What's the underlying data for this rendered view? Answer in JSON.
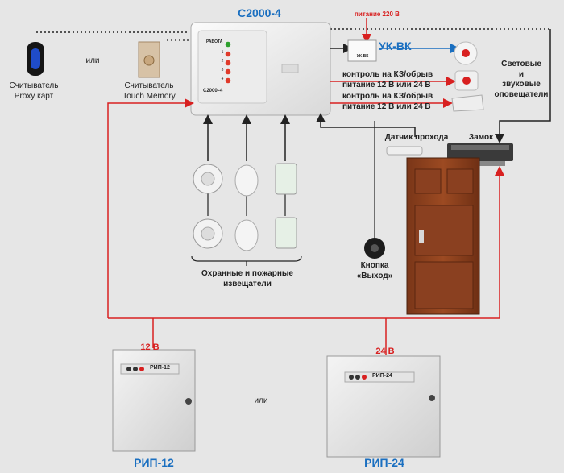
{
  "controller": {
    "title": "С2000-4",
    "panel_label": "С2000–4",
    "status_label": "РАБОТА",
    "indicators": [
      "1",
      "2",
      "3",
      "4"
    ]
  },
  "power_note": "питание 220 В",
  "ukvk": {
    "title": "УК-ВК",
    "box_label": "УК-ВК"
  },
  "lines": [
    {
      "line1": "контроль на КЗ/обрыв",
      "line2": "питание 12 В или 24 В"
    },
    {
      "line1": "контроль на КЗ/обрыв",
      "line2": "питание 12 В или 24 В"
    }
  ],
  "alarms_label": [
    "Световые",
    "и",
    "звуковые",
    "оповещатели"
  ],
  "readers": {
    "proxy": [
      "Считыватель",
      "Proxy карт"
    ],
    "or": "или",
    "touch": [
      "Считыватель",
      "Touch Memory"
    ]
  },
  "door": {
    "sensor": "Датчик прохода",
    "lock": "Замок",
    "exit_button": [
      "Кнопка",
      "«Выход»"
    ]
  },
  "detectors_label": [
    "Охранные и пожарные",
    "извещатели"
  ],
  "psu": [
    {
      "voltage": "12 В",
      "front": "РИП-12",
      "name": "РИП-12"
    },
    {
      "voltage": "24 В",
      "front": "РИП-24",
      "name": "РИП-24"
    }
  ],
  "psu_or": "или",
  "colors": {
    "accent_blue": "#1a6fc0",
    "line_red": "#d82020",
    "background": "#e6e6e6"
  }
}
